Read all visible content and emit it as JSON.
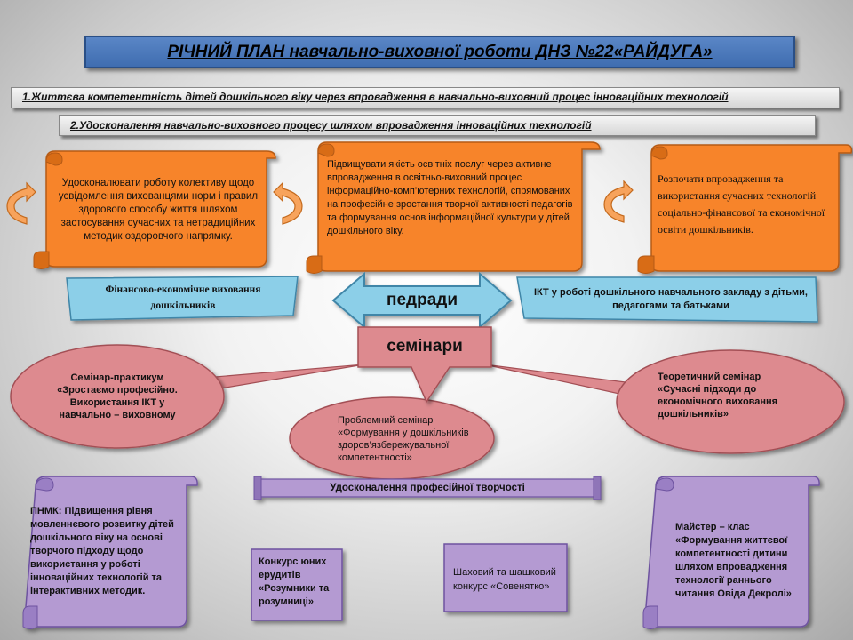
{
  "title": "РІЧНИЙ  ПЛАН  навчально-виховної роботи ДНЗ №22«РАЙДУГА»",
  "goals": [
    "1.Життєва компетентність дітей дошкільного віку через впровадження в навчально-виховний процес інноваційних технологій",
    "2.Удосконалення навчально-виховного процесу шляхом впровадження інноваційних технологій"
  ],
  "scrolls": [
    "Удосконалювати роботу колективу щодо усвідомлення вихованцями норм і правил здорового способу життя шляхом застосування сучасних та нетрадиційних методик оздоровчого напрямку.",
    "Підвищувати якість освітніх послуг  через активне впровадження  в освітньо-виховний процес інформаційно-комп’ютерних технологій, спрямованих на професійне зростання творчої активності педагогів та формування основ інформаційної культури у дітей дошкільного віку.",
    "Розпочати впровадження та використання  сучасних технологій  соціально-фінансової та економічної освіти дошкільників."
  ],
  "blue_left": "Фінансово-економічне  виховання дошкільників",
  "blue_right": "ІКТ у роботі дошкільного  навчального  закладу з дітьми, педагогами та батьками",
  "pedrady": "педради",
  "seminary": "семінари",
  "seminar_left": "Семінар-практикум «Зростаємо  професійно. Використання  ІКТ у навчально  – виховному",
  "seminar_bottom": "Проблемний семінар «Формування  у дошкільників здоров’язбережувальної компетентності»",
  "seminar_right": "Теоретичний  семінар «Сучасні  підходи до економічного  виховання дошкільників»",
  "profession_banner": "Удосконалення професійної творчості",
  "purple": {
    "pnmk": "ПНМК: Підвищення  рівня мовленнєвого  розвитку  дітей дошкільного  віку на основі творчого підходу щодо використання  у роботі інноваційних технологій та інтерактивних методик.",
    "contest": "Конкурс  юних ерудитів «Розумники  та розумниці»",
    "chess": "Шаховий  та шашковий конкурс  «Совенятко»",
    "master": "Майстер  – клас «Формування  життєвої компетентності  дитини шляхом впровадження технології раннього читання  Овіда Декролі»"
  },
  "colors": {
    "title_blue": "#4a78bc",
    "orange": "#f7842b",
    "light_blue": "#8ccfe8",
    "rose": "#dd8a8f",
    "purple": "#b49ad2"
  }
}
